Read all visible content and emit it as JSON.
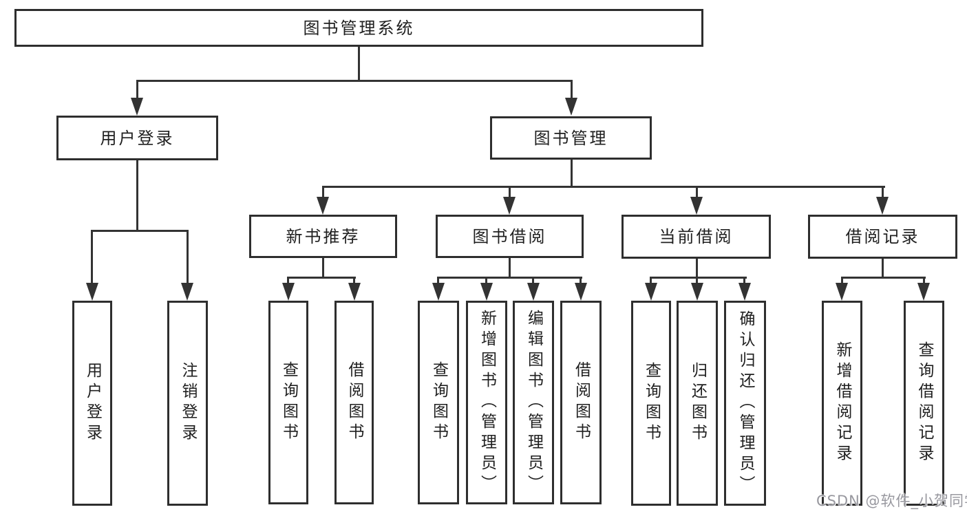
{
  "diagram": {
    "type": "tree",
    "title": "图书管理系统",
    "colors": {
      "background": "#ffffff",
      "line": "#333333",
      "box_border": "#2e2e2e",
      "text": "#1f1f1f",
      "watermark_text": "#98989f"
    },
    "tree": {
      "label": "图书管理系统",
      "children": [
        {
          "label": "用户登录",
          "children": [
            {
              "label": "用户登录"
            },
            {
              "label": "注销登录"
            }
          ]
        },
        {
          "label": "图书管理",
          "children": [
            {
              "label": "新书推荐",
              "children": [
                {
                  "label": "查询图书"
                },
                {
                  "label": "借阅图书"
                }
              ]
            },
            {
              "label": "图书借阅",
              "children": [
                {
                  "label": "查询图书"
                },
                {
                  "label": "新增图书（管理员）"
                },
                {
                  "label": "编辑图书（管理员）"
                },
                {
                  "label": "借阅图书"
                }
              ]
            },
            {
              "label": "当前借阅",
              "children": [
                {
                  "label": "查询图书"
                },
                {
                  "label": "归还图书"
                },
                {
                  "label": "确认归还（管理员）"
                }
              ]
            },
            {
              "label": "借阅记录",
              "children": [
                {
                  "label": "新增借阅记录"
                },
                {
                  "label": "查询借阅记录"
                }
              ]
            }
          ]
        }
      ]
    },
    "watermark": "CSDN @软件_小贺同学"
  }
}
